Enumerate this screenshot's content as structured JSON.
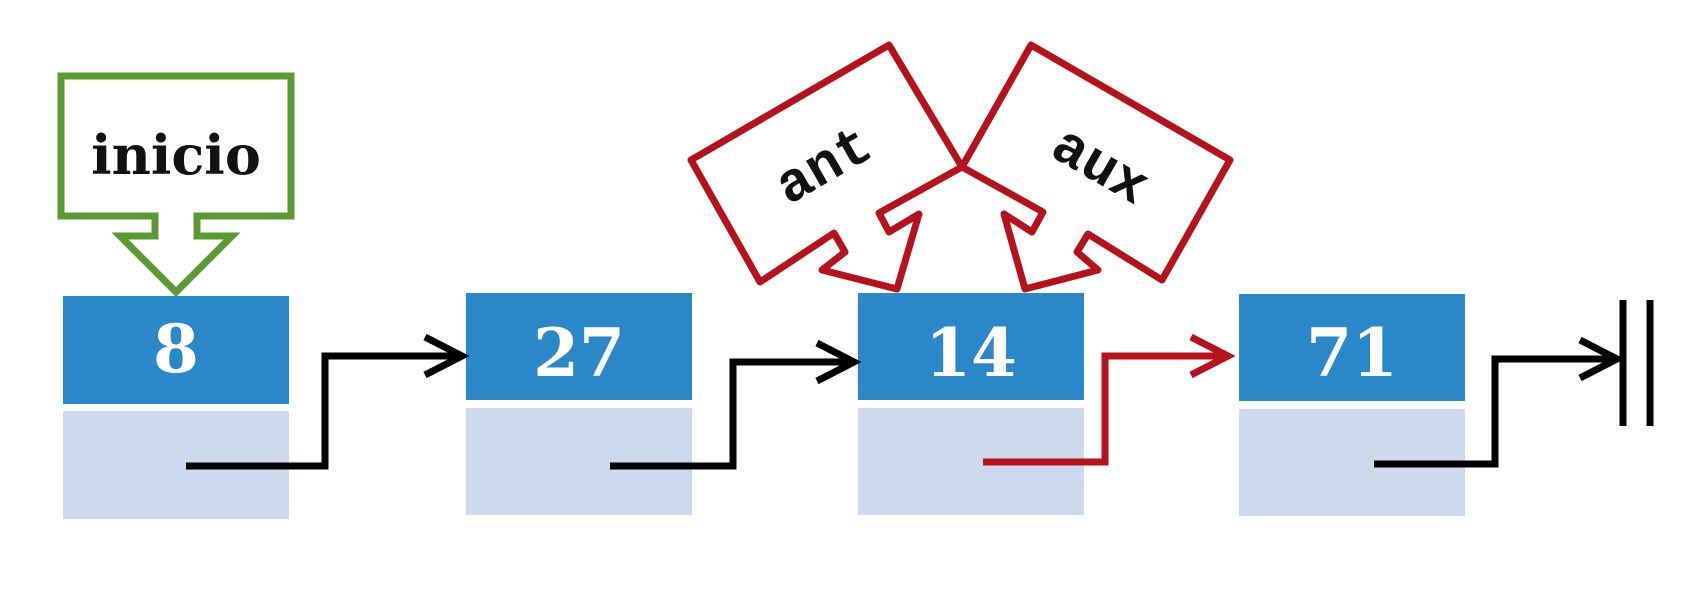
{
  "colors": {
    "node_value_bg": "#2a87c8",
    "node_next_bg": "#cdd9ec",
    "link_default": "#000000",
    "link_highlight": "#b5121b",
    "start_pointer": "#5a9a32",
    "aux_pointers": "#b5121b"
  },
  "list": {
    "nodes": [
      {
        "value": "8"
      },
      {
        "value": "27"
      },
      {
        "value": "14"
      },
      {
        "value": "71"
      }
    ],
    "null_terminator": "null-symbol"
  },
  "pointers": {
    "start": {
      "label": "inicio",
      "points_to_node": 1
    },
    "prev": {
      "label": "ant",
      "points_to_node": 3
    },
    "current": {
      "label": "aux",
      "points_to_node": 3
    }
  },
  "highlighted_link_from_node": 3
}
